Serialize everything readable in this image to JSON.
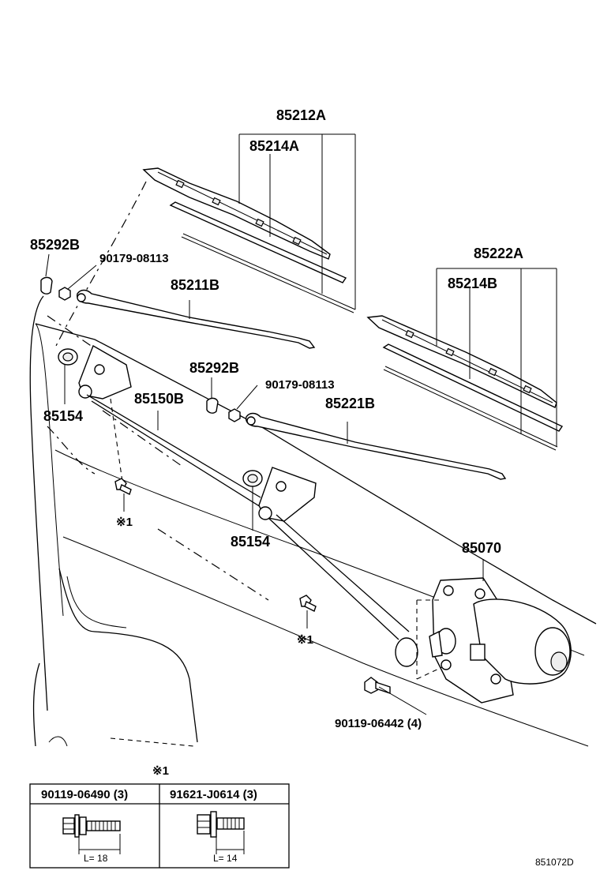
{
  "labels": {
    "p85212A": "85212A",
    "p85214A": "85214A",
    "p85292B_1": "85292B",
    "p90179_1": "90179-08113",
    "p85211B": "85211B",
    "p85222A": "85222A",
    "p85214B": "85214B",
    "p85292B_2": "85292B",
    "p90179_2": "90179-08113",
    "p85150B": "85150B",
    "p85154_1": "85154",
    "p85221B": "85221B",
    "p85154_2": "85154",
    "p85070": "85070",
    "p90119_4": "90119-06442 (4)",
    "ref1_a": "※1",
    "ref1_b": "※1",
    "ref1_c": "※1"
  },
  "table": {
    "col1_part": "90119-06490 (3)",
    "col1_length": "L= 18",
    "col2_part": "91621-J0614 (3)",
    "col2_length": "L= 14"
  },
  "diagram_code": "851072D"
}
